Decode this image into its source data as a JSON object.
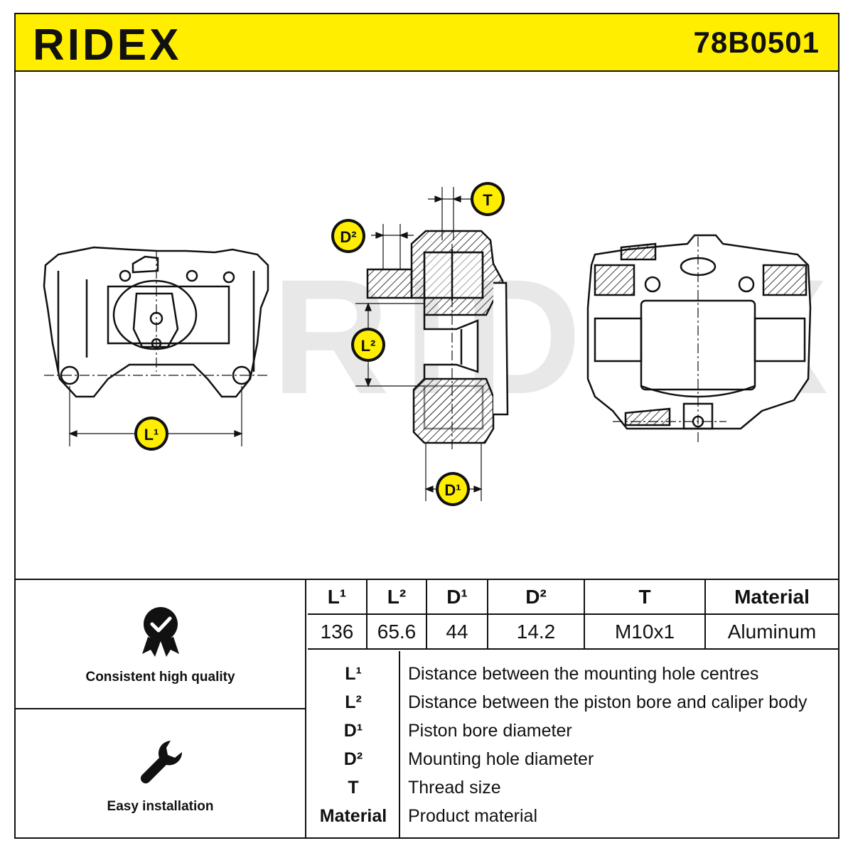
{
  "header": {
    "brand": "RIDEX",
    "part_number": "78B0501"
  },
  "drawing": {
    "callouts": {
      "t": "T",
      "d2": "D²",
      "l2": "L²",
      "l1": "L¹",
      "d1": "D¹"
    },
    "watermark": "RIDEX"
  },
  "features": [
    {
      "label": "Consistent high quality",
      "icon": "quality-medal-icon"
    },
    {
      "label": "Easy installation",
      "icon": "wrench-icon"
    }
  ],
  "spec_table": {
    "headers": [
      "L¹",
      "L²",
      "D¹",
      "D²",
      "T",
      "Material"
    ],
    "values": [
      "136",
      "65.6",
      "44",
      "14.2",
      "M10x1",
      "Aluminum"
    ]
  },
  "legend": [
    {
      "key": "L¹",
      "desc": "Distance between the mounting hole centres"
    },
    {
      "key": "L²",
      "desc": "Distance between the piston bore and caliper body"
    },
    {
      "key": "D¹",
      "desc": "Piston bore diameter"
    },
    {
      "key": "D²",
      "desc": "Mounting hole diameter"
    },
    {
      "key": "T",
      "desc": "Thread size"
    },
    {
      "key": "Material",
      "desc": "Product material"
    }
  ],
  "colors": {
    "brand_yellow": "#ffee00",
    "ink": "#111111",
    "watermark": "#e8e8e8"
  }
}
